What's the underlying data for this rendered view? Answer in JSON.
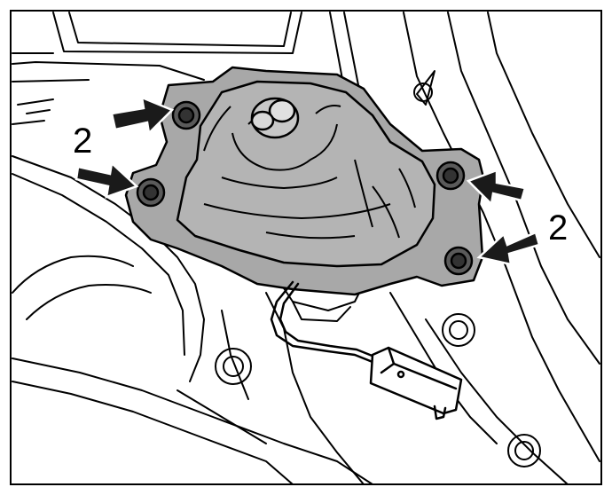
{
  "diagram": {
    "callouts": [
      {
        "label": "2",
        "side": "left"
      },
      {
        "label": "2",
        "side": "right"
      }
    ],
    "colors": {
      "line": "#000000",
      "background": "#ffffff",
      "component_fill": "#a8a8a8",
      "arrow_fill": "#1a1a1a"
    },
    "icons": [
      "arrow-icon",
      "bolt-icon"
    ]
  }
}
